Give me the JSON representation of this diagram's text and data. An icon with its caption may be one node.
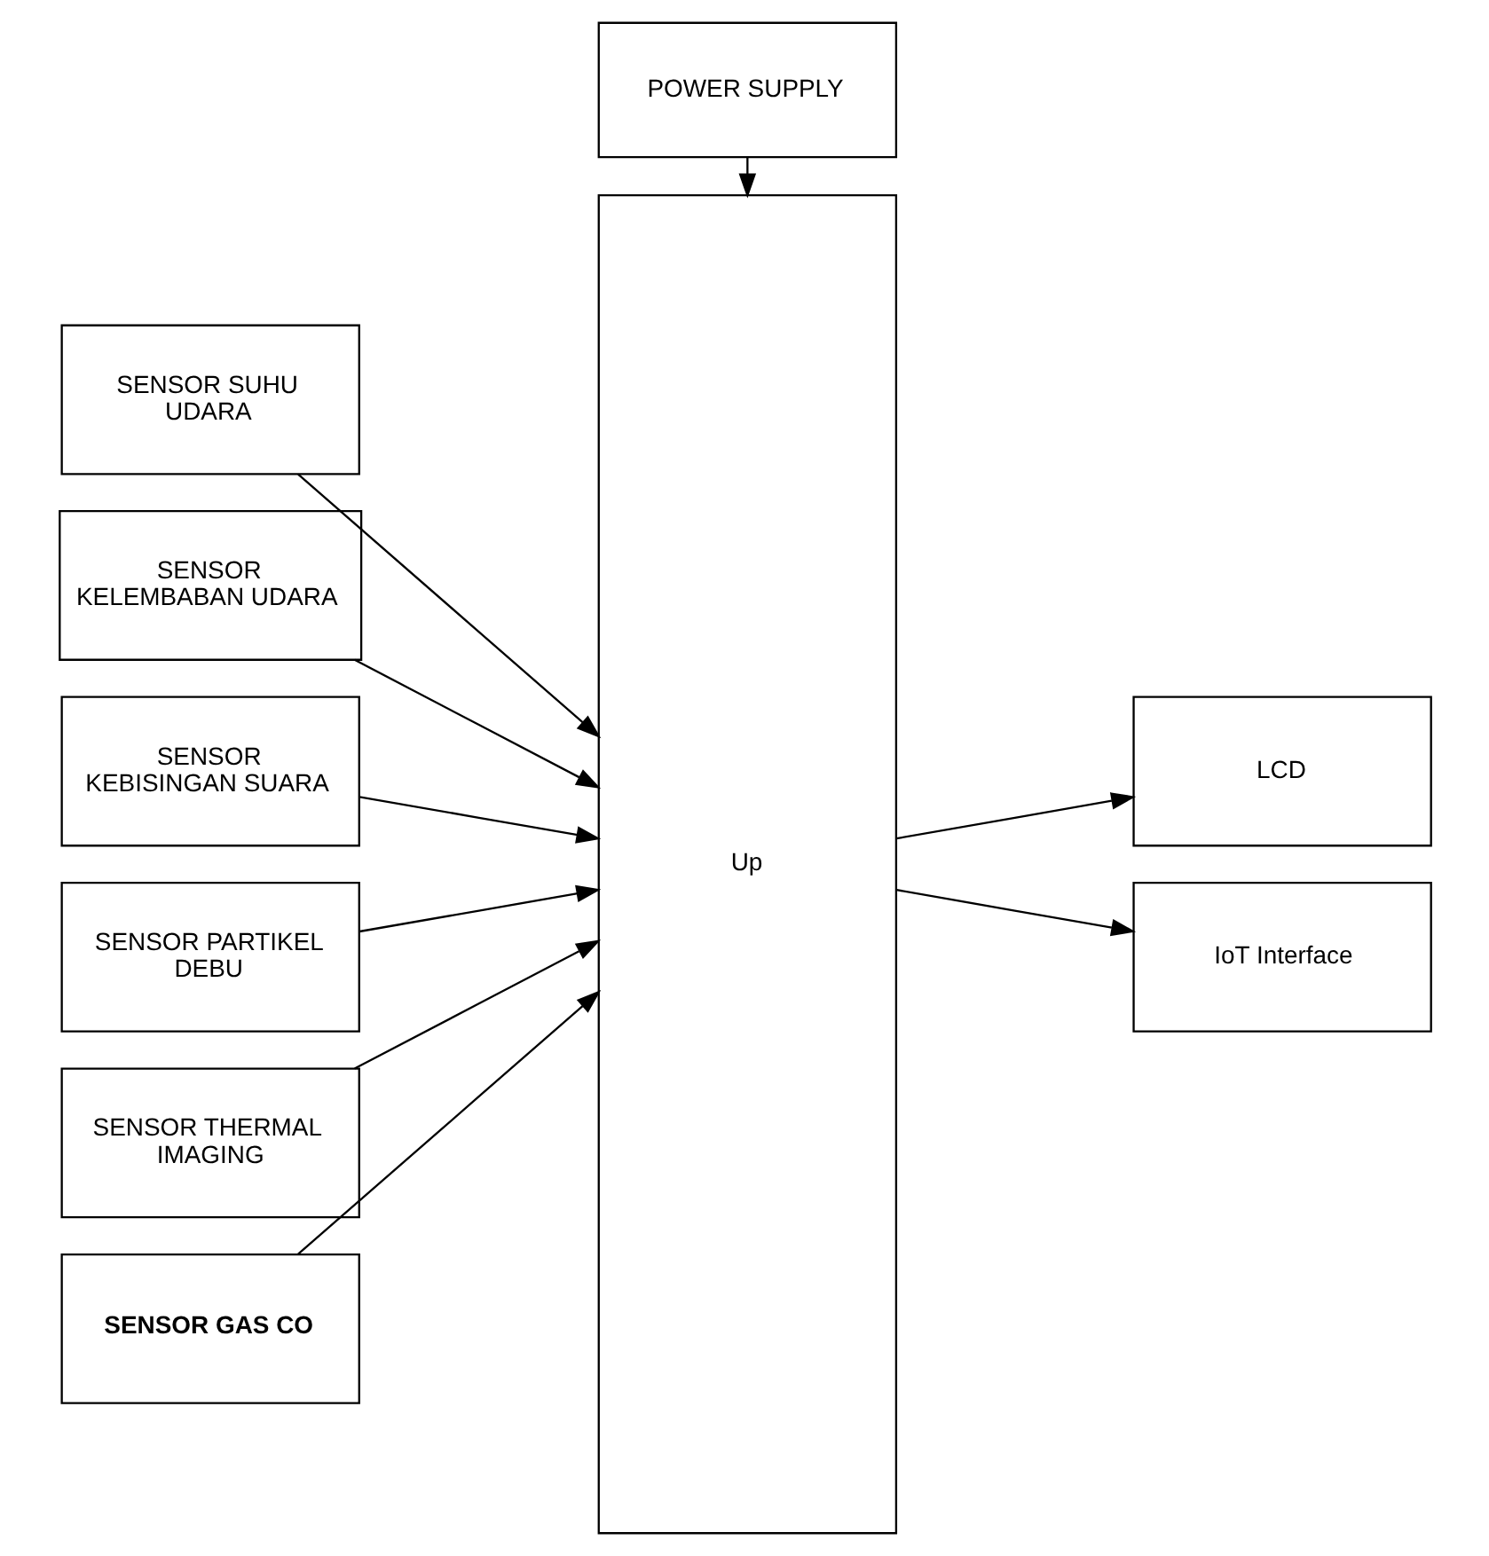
{
  "diagram": {
    "nodes": [
      {
        "text": [
          "POWER SUPPLY"
        ]
      },
      {
        "text": [
          "SENSOR SUHU UDARA"
        ]
      },
      {
        "text": [
          "SENSOR KELEMBABAN UDARA"
        ]
      },
      {
        "text": [
          "SENSOR KEBISINGAN SUARA"
        ]
      },
      {
        "text": [
          "SENSOR PARTIKEL DEBU"
        ]
      },
      {
        "text": [
          "SENSOR THERMAL IMAGING"
        ]
      },
      {
        "text": [
          "SENSOR GAS CO"
        ]
      },
      {
        "text": [
          "Up"
        ]
      },
      {
        "text": [
          "LCD"
        ]
      },
      {
        "text": [
          "IoT Interface"
        ]
      }
    ],
    "edges": [
      {
        "from": 0,
        "to": 7,
        "arrow": "to"
      },
      {
        "from": 1,
        "to": 7,
        "arrow": "to"
      },
      {
        "from": 2,
        "to": 7,
        "arrow": "to"
      },
      {
        "from": 3,
        "to": 7,
        "arrow": "to"
      },
      {
        "from": 4,
        "to": 7,
        "arrow": "to"
      },
      {
        "from": 5,
        "to": 7,
        "arrow": "to"
      },
      {
        "from": 6,
        "to": 7,
        "arrow": "to"
      },
      {
        "from": 7,
        "to": 8,
        "arrow": "to"
      },
      {
        "from": 7,
        "to": 9,
        "arrow": "to"
      }
    ]
  }
}
